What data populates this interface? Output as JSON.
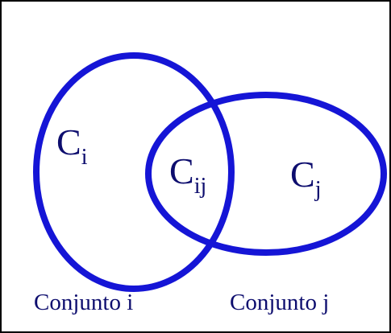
{
  "colors": {
    "ellipse_stroke": "#1515d6",
    "text": "#0d0d6e",
    "frame": "#000000",
    "background": "#ffffff"
  },
  "labels": {
    "set_i": {
      "main": "C",
      "sub": "i"
    },
    "intersection": {
      "main": "C",
      "sub": "ij"
    },
    "set_j": {
      "main": "C",
      "sub": "j"
    }
  },
  "captions": {
    "set_i": "Conjunto i",
    "set_j": "Conjunto j"
  }
}
